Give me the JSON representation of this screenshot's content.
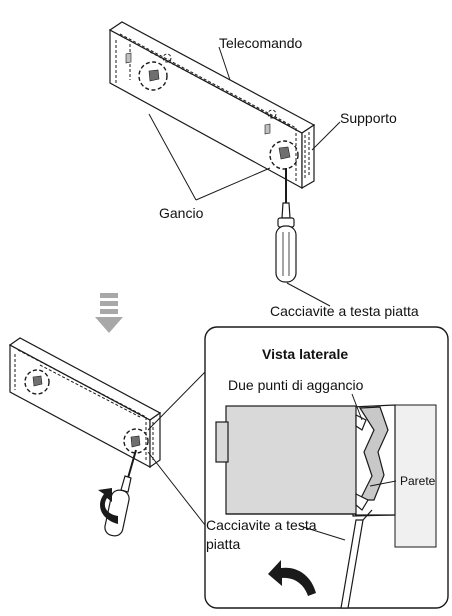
{
  "labels": {
    "telecomando": "Telecomando",
    "supporto": "Supporto",
    "gancio": "Gancio",
    "cacciavite_top": "Cacciavite a testa piatta",
    "vista_laterale": "Vista laterale",
    "due_punti": "Due punti di aggancio",
    "parete": "Parete",
    "cacciavite_side_line1": "Cacciavite a testa",
    "cacciavite_side_line2": "piatta"
  },
  "colors": {
    "line": "#1a1a1a",
    "device_fill": "#ffffff",
    "wall_fill": "#f0f0f0",
    "body_fill": "#d9d9d9",
    "arrow_fill": "#a8a8a8",
    "bracket_fill": "#c8c8c8"
  }
}
